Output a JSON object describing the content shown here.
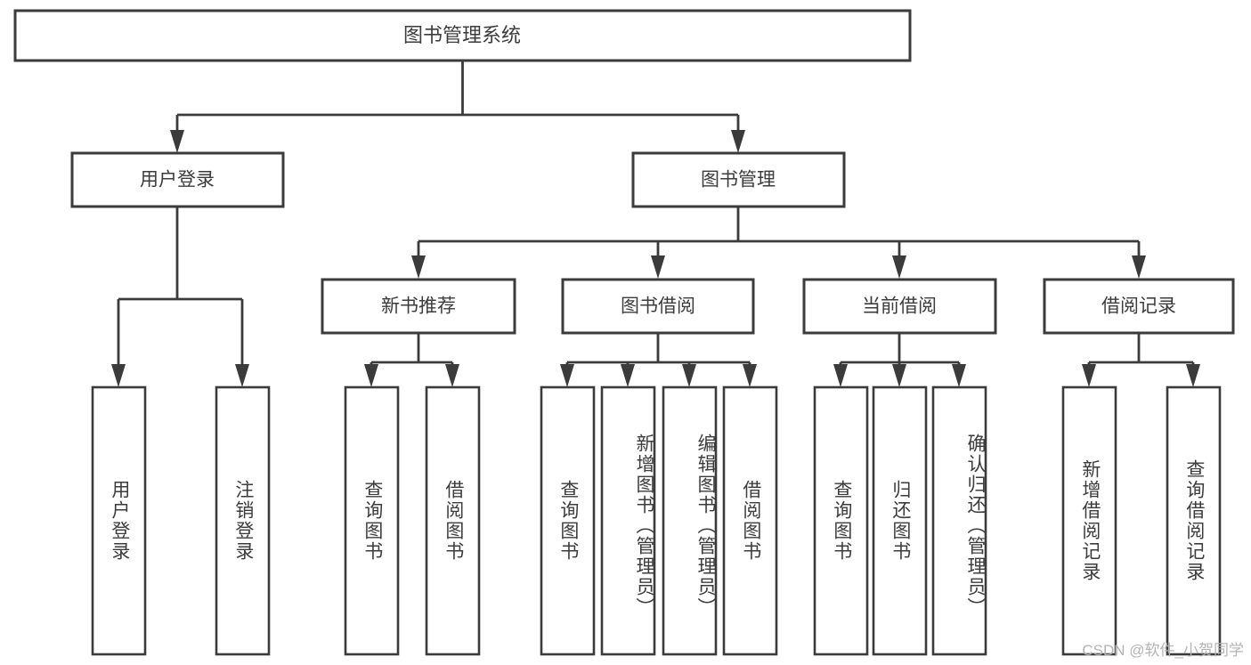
{
  "diagram": {
    "type": "tree",
    "title": "图书管理系统",
    "watermark": "CSDN @软件_小贺同学",
    "colors": {
      "box_stroke": "#3b3b3b",
      "text": "#3c3c3c",
      "background": "#ffffff",
      "watermark": "#b4b4b4"
    },
    "root": {
      "label": "图书管理系统"
    },
    "level2": [
      {
        "label": "用户登录"
      },
      {
        "label": "图书管理"
      }
    ],
    "level3": [
      {
        "label": "新书推荐"
      },
      {
        "label": "图书借阅"
      },
      {
        "label": "当前借阅"
      },
      {
        "label": "借阅记录"
      }
    ],
    "leaves": {
      "user_login": [
        {
          "label": "用户登录"
        },
        {
          "label": "注销登录"
        }
      ],
      "new_book_recommend": [
        {
          "label": "查询图书"
        },
        {
          "label": "借阅图书"
        }
      ],
      "book_borrow": [
        {
          "label": "查询图书"
        },
        {
          "label": "新增图书（管理员）"
        },
        {
          "label": "编辑图书（管理员）"
        },
        {
          "label": "借阅图书"
        }
      ],
      "current_borrow": [
        {
          "label": "查询图书"
        },
        {
          "label": "归还图书"
        },
        {
          "label": "确认归还（管理员）"
        }
      ],
      "borrow_record": [
        {
          "label": "新增借阅记录"
        },
        {
          "label": "查询借阅记录"
        }
      ]
    }
  }
}
